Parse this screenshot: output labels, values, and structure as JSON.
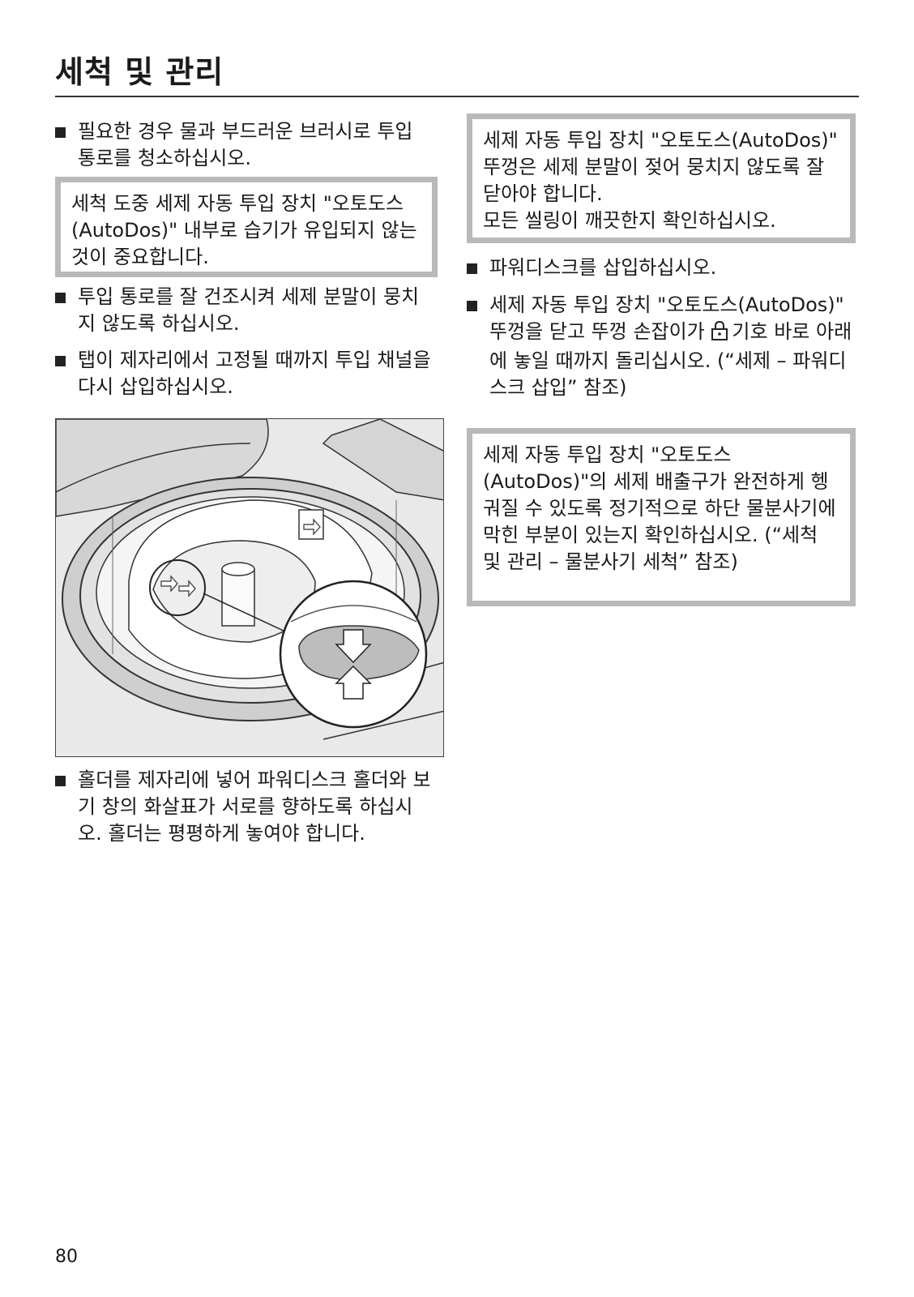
{
  "header": {
    "title": "세척 및 관리"
  },
  "left_column": {
    "bullet1": "필요한 경우 물과 부드러운 브러시로 투입 통로를 청소하십시오.",
    "note1": "세척 도중 세제 자동 투입 장치 \"오토도스(AutoDos)\" 내부로 습기가 유입되지 않는 것이 중요합니다.",
    "bullet2": "투입 통로를 잘 건조시켜 세제 분말이 뭉치지 않도록 하십시오.",
    "bullet3": "탭이 제자리에서 고정될 때까지 투입 채널을 다시 삽입하십시오.",
    "bullet4": "홀더를 제자리에 넣어 파워디스크 홀더와 보기 창의 화살표가 서로를 향하도록 하십시오. 홀더는 평평하게 놓여야 합니다."
  },
  "right_column": {
    "note2": "세제 자동 투입 장치 \"오토도스(AutoDos)\" 뚜껑은 세제 분말이 젖어 뭉치지 않도록 잘 닫아야 합니다.",
    "note2b": "모든 씰링이 깨끗한지 확인하십시오.",
    "bullet5": "파워디스크를 삽입하십시오.",
    "bullet6_part1": "세제 자동 투입 장치 \"오토도스(AutoDos)\" 뚜껑을 닫고 뚜껑 손잡이가",
    "bullet6_icon": "lock-icon",
    "bullet6_part2": "기호 바로 아래에 놓일 때까지 돌리십시오. (“세제 – 파워디스크 삽입” 참조)",
    "note3": "세제 자동 투입 장치 \"오토도스(AutoDos)\"의 세제 배출구가 완전하게 헹궈질 수 있도록 정기적으로 하단 물분사기에 막힌 부분이 있는지 확인하십시오. (“세척 및 관리 – 물분사기 세척” 참조)"
  },
  "footer": {
    "page_number": "80"
  }
}
